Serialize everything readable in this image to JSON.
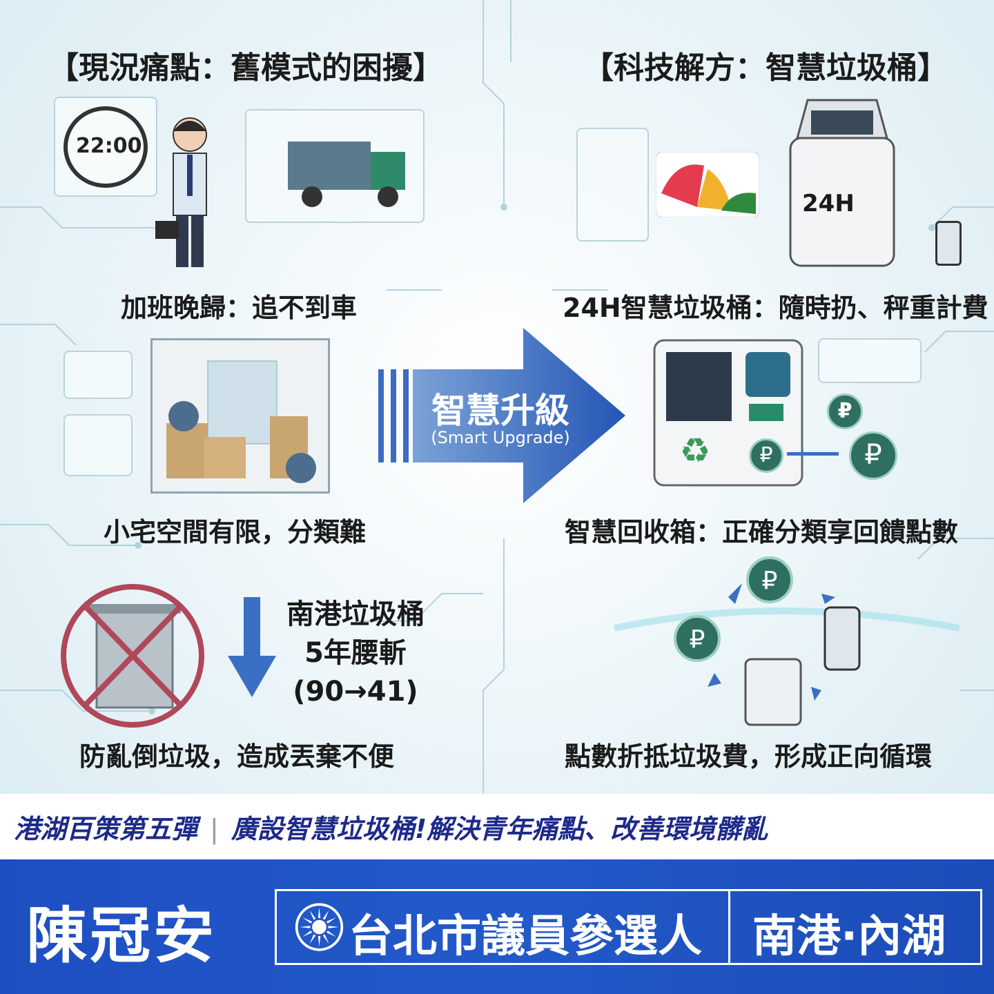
{
  "left": {
    "heading": "【現況痛點：舊模式的困擾】",
    "items": [
      {
        "caption": "加班晚歸：追不到車",
        "clock": "22:00"
      },
      {
        "caption": "小宅空間有限，分類難"
      },
      {
        "caption": "防亂倒垃圾，造成丟棄不便",
        "stat_lines": [
          "南港垃圾桶",
          "5年腰斬",
          "(90→41)"
        ]
      }
    ]
  },
  "center": {
    "label": "智慧升級",
    "sublabel": "(Smart Upgrade)"
  },
  "right": {
    "heading": "【科技解方：智慧垃圾桶】",
    "items": [
      {
        "caption": "24H智慧垃圾桶：隨時扔、秤重計費",
        "bin_label": "24H"
      },
      {
        "caption": "智慧回收箱：正確分類享回饋點數"
      },
      {
        "caption": "點數折抵垃圾費，形成正向循環"
      }
    ]
  },
  "footer": {
    "series": "港湖百策第五彈",
    "headline": "廣設智慧垃圾桶!解決青年痛點、改善環境髒亂",
    "candidate": "陳冠安",
    "role": "台北市議員參選人",
    "district": "南港·內湖"
  },
  "colors": {
    "navy": "#1d2a8a",
    "banner_blue": "#2257c8",
    "arrow_blue": "#2d63c0",
    "circuit": "#a9cbd8"
  }
}
